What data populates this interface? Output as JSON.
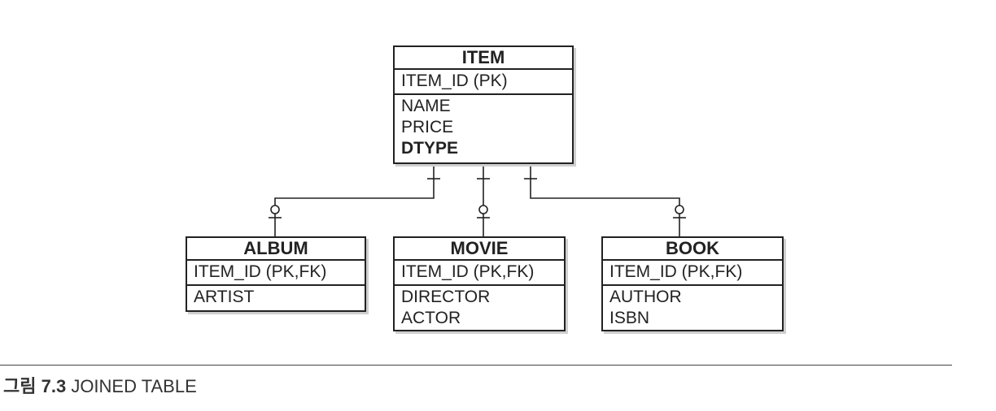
{
  "entities": {
    "item": {
      "title": "ITEM",
      "pk": "ITEM_ID (PK)",
      "attrs": [
        "NAME",
        "PRICE",
        "DTYPE"
      ]
    },
    "album": {
      "title": "ALBUM",
      "pk": "ITEM_ID (PK,FK)",
      "attrs": [
        "ARTIST"
      ]
    },
    "movie": {
      "title": "MOVIE",
      "pk": "ITEM_ID (PK,FK)",
      "attrs": [
        "DIRECTOR",
        "ACTOR"
      ]
    },
    "book": {
      "title": "BOOK",
      "pk": "ITEM_ID (PK,FK)",
      "attrs": [
        "AUTHOR",
        "ISBN"
      ]
    }
  },
  "caption": {
    "label": "그림 7.3",
    "text": "JOINED TABLE"
  }
}
